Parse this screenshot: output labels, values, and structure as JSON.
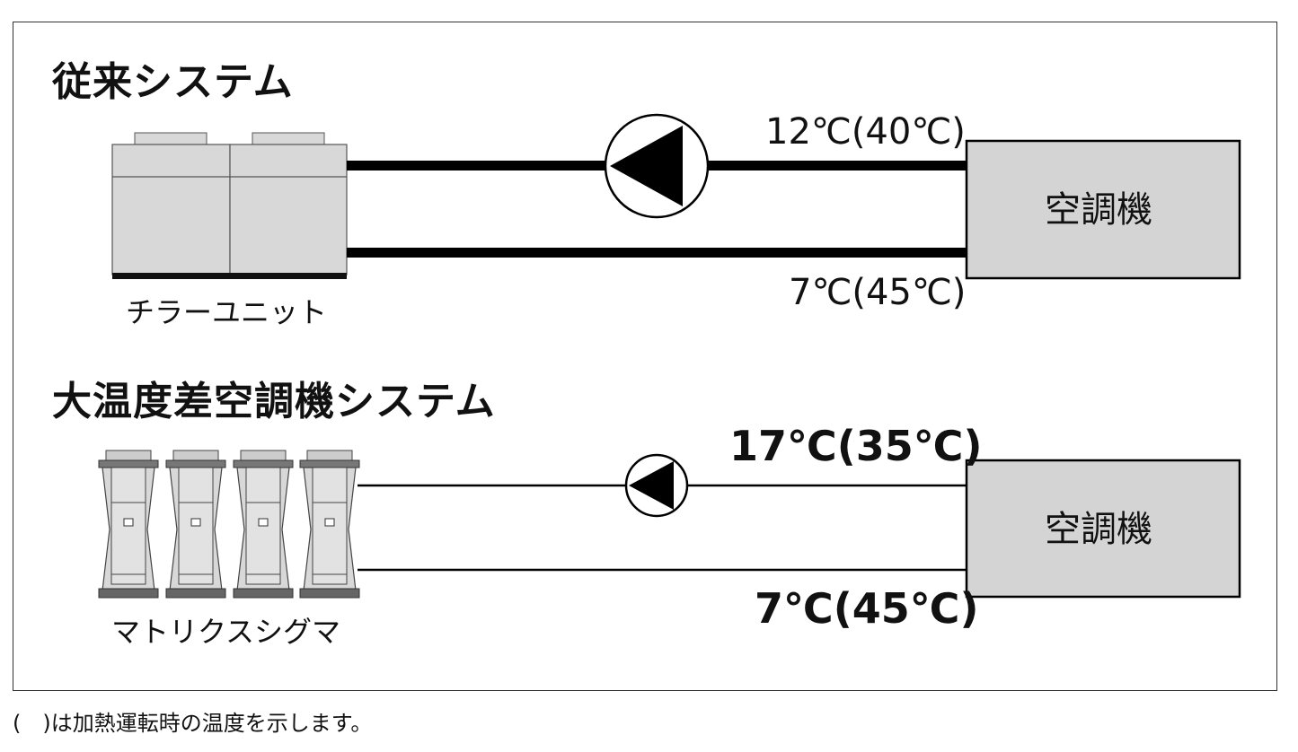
{
  "systems": [
    {
      "heading": "従来システム",
      "source_label": "チラーユニット",
      "ahu_label": "空調機",
      "supply_temp": "12℃(40℃)",
      "return_temp": "7℃(45℃)"
    },
    {
      "heading": "大温度差空調機システム",
      "source_label": "マトリクスシグマ",
      "ahu_label": "空調機",
      "supply_temp": "17℃(35℃)",
      "return_temp": "7℃(45℃)"
    }
  ],
  "footnote": "(　)は加熱運転時の温度を示します。",
  "colors": {
    "unit_fill": "#d8d8d8",
    "line": "#000000",
    "box_fill": "#d4d4d4"
  },
  "icons": {
    "pump": "pump-icon",
    "chiller": "chiller-unit-icon",
    "matrix": "matrix-sigma-unit-icon"
  }
}
